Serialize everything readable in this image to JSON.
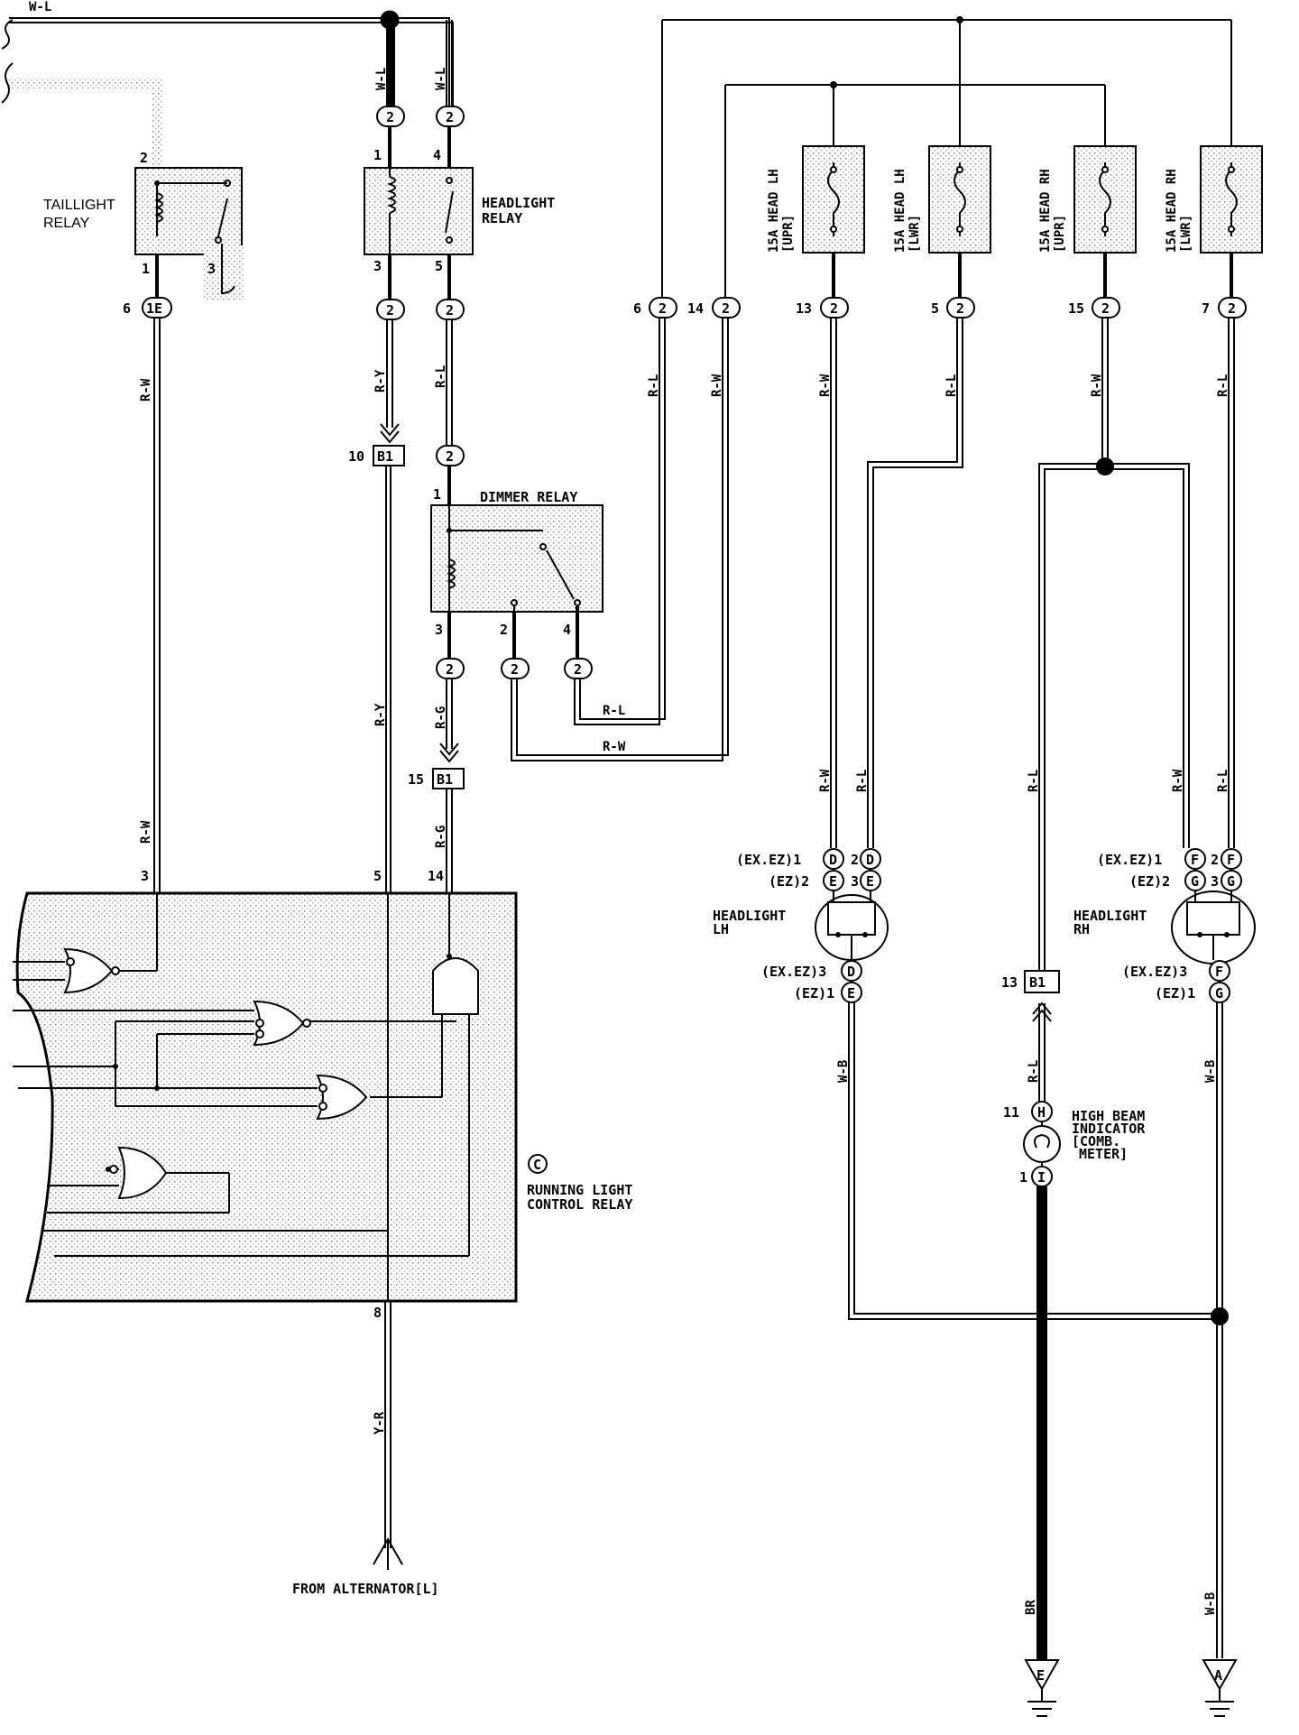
{
  "colors": {
    "ink": "#000000",
    "shade": "#d9d9d9",
    "paper": "#ffffff"
  },
  "labels": {
    "taillight_relay": [
      "TAILLIGHT",
      "RELAY"
    ],
    "headlight_relay": [
      "HEADLIGHT",
      "RELAY"
    ],
    "dimmer_relay": "DIMMER RELAY",
    "running_light": [
      "RUNNING LIGHT",
      "CONTROL RELAY"
    ],
    "running_light_code": "C",
    "headlight_lh": [
      "HEADLIGHT",
      "LH"
    ],
    "headlight_rh": [
      "HEADLIGHT",
      "RH"
    ],
    "high_beam": [
      "HIGH BEAM",
      "INDICATOR",
      "[COMB.",
      "METER]"
    ],
    "from_alternator": "FROM ALTERNATOR[L]",
    "fuse1": [
      "15A HEAD LH",
      "[UPR]"
    ],
    "fuse2": [
      "15A HEAD LH",
      "[LWR]"
    ],
    "fuse3": [
      "15A HEAD RH",
      "[UPR]"
    ],
    "fuse4": [
      "15A HEAD RH",
      "[LWR]"
    ],
    "lh_pin_rows": [
      "(EX.EZ)1",
      "(EZ)2",
      "(EX.EZ)3",
      "(EZ)1"
    ],
    "rh_pin_rows": [
      "(EX.EZ)1",
      "(EZ)2",
      "(EX.EZ)3",
      "(EZ)1"
    ],
    "ground_e": "E",
    "ground_a": "A"
  },
  "wires": {
    "wl_top": "W-L",
    "wl_1": "W-L",
    "wl_2": "W-L",
    "rw_tail": "R-W",
    "rw_tail2": "R-W",
    "ry_1": "R-Y",
    "ry_2": "R-Y",
    "rl_1": "R-L",
    "rg_1": "R-G",
    "rg_2": "R-G",
    "rl_6": "R-L",
    "rw_14": "R-W",
    "rw_13": "R-W",
    "rl_5": "R-L",
    "rw_15": "R-W",
    "rl_7": "R-L",
    "rl_h": "R-L",
    "rw_h": "R-W",
    "rw_lh": "R-W",
    "rl_lh": "R-L",
    "rl_mid": "R-L",
    "rw_rh": "R-W",
    "rl_rh": "R-L",
    "wb_lh": "W-B",
    "rl_b1": "R-L",
    "wb_rh": "W-B",
    "yr": "Y-R",
    "br": "BR",
    "wb_bot": "W-B"
  },
  "connectors": {
    "c1e": "1E",
    "hl_1": "2",
    "hl_4": "2",
    "hl_3": "2",
    "hl_5": "2",
    "b1_10": "B1",
    "dr_1": "2",
    "dr_3": "2",
    "dr_2": "2",
    "dr_4": "2",
    "b1_15": "B1",
    "c6": "2",
    "c14": "2",
    "c13": "2",
    "c5": "2",
    "c15": "2",
    "c7": "2",
    "lh_d1": "D",
    "lh_d2": "D",
    "lh_e2": "E",
    "lh_e3": "E",
    "lh_d3": "D",
    "lh_e1": "E",
    "rh_f1": "F",
    "rh_f2": "F",
    "rh_g2": "G",
    "rh_g3": "G",
    "rh_f3": "F",
    "rh_g1": "G",
    "b1_13": "B1",
    "h11": "H",
    "i1": "I"
  },
  "pins": {
    "t2": "2",
    "t1": "1",
    "t3": "3",
    "t6": "6",
    "h1": "1",
    "h4": "4",
    "h3": "3",
    "h5": "5",
    "p10": "10",
    "d1": "1",
    "d3": "3",
    "d2": "2",
    "d4": "4",
    "p15": "15",
    "r3": "3",
    "r5": "5",
    "r14": "14",
    "r8": "8",
    "p6": "6",
    "p14": "14",
    "p13": "13",
    "p5": "5",
    "p15b": "15",
    "p7": "7",
    "lh2": "2",
    "lh3": "3",
    "rh2": "2",
    "rh3": "3",
    "p13b": "13",
    "p11": "11",
    "p1": "1"
  }
}
